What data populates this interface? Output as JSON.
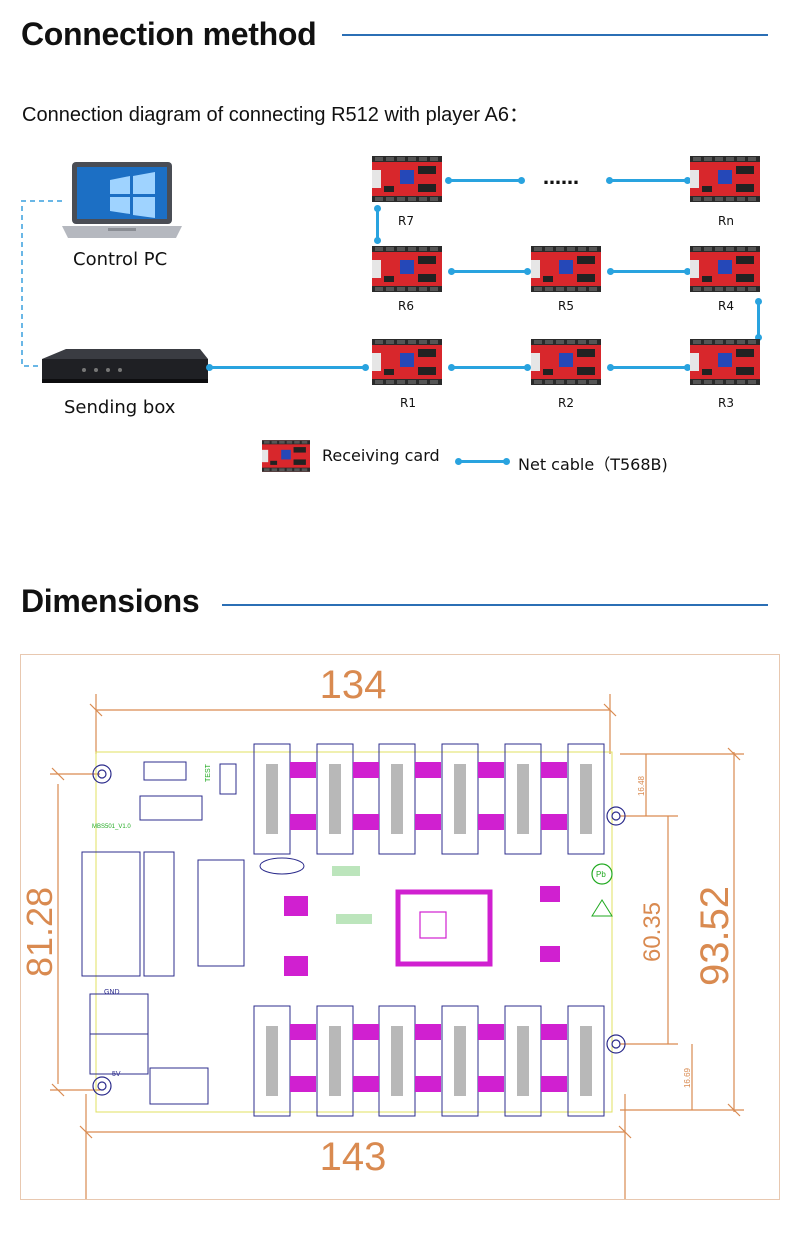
{
  "sections": {
    "connection_title": "Connection method",
    "dimensions_title": "Dimensions"
  },
  "connection": {
    "subtitle": "Connection diagram of connecting R512 with player A6：",
    "control_pc_label": "Control PC",
    "sending_box_label": "Sending box",
    "ellipsis": "……",
    "cards": {
      "r1": "R1",
      "r2": "R2",
      "r3": "R3",
      "r4": "R4",
      "r5": "R5",
      "r6": "R6",
      "r7": "R7",
      "rn": "Rn"
    },
    "legend": {
      "receiving_card": "Receiving card",
      "net_cable": "Net cable（T568B)"
    }
  },
  "dimensions": {
    "top_width": "134",
    "bottom_width": "143",
    "left_height": "81.28",
    "right_outer_height": "93.52",
    "right_inner_height": "60.35",
    "offset_top": "16.48",
    "offset_bottom": "16.69",
    "board_model": "MBS501_V1.0",
    "test_label": "TEST",
    "gnd_label": "GND",
    "v5_label": "5V",
    "pb_label": "Pb"
  },
  "colors": {
    "accent_line": "#2b6fb5",
    "cable": "#29a3df",
    "dimension": "#d98a50",
    "pcb_outline": "#2c2c8c",
    "pcb_magenta": "#d020d0",
    "pcb_green": "#22aa22"
  }
}
